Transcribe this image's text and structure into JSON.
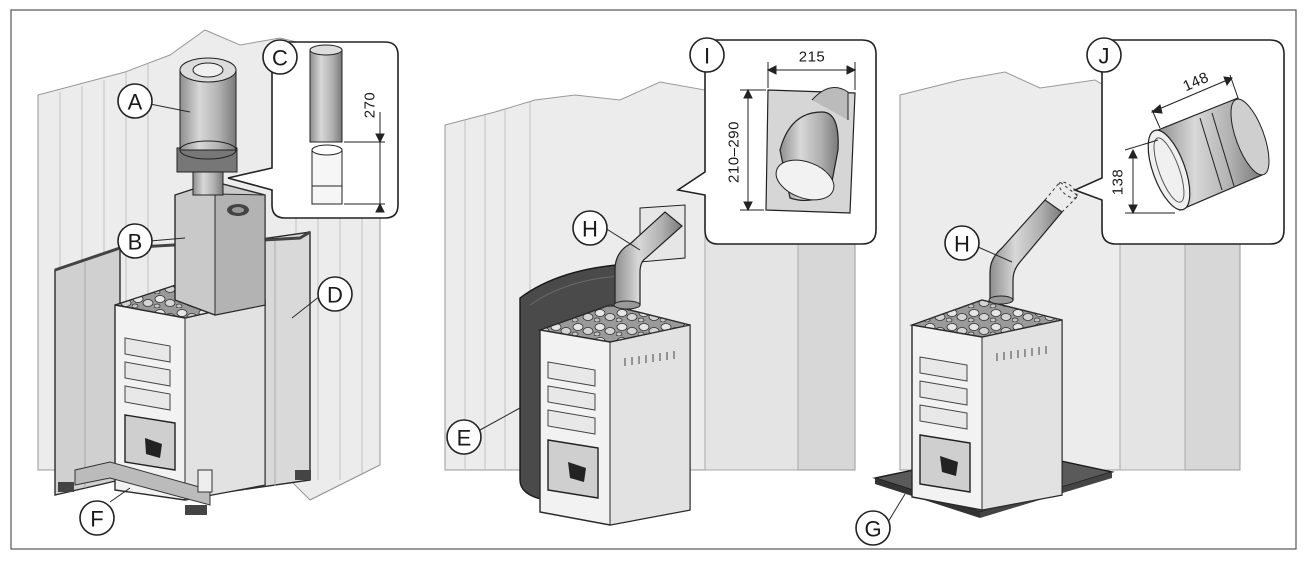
{
  "labels": {
    "a": "A",
    "b": "B",
    "c": "C",
    "d": "D",
    "e": "E",
    "f": "F",
    "g": "G",
    "h1": "H",
    "h2": "H",
    "i": "I",
    "j": "J"
  },
  "dimensions": {
    "c_height": "270",
    "i_width": "215",
    "i_height": "210–290",
    "j_width": "148",
    "j_height": "138"
  },
  "colors": {
    "wall": "#e9e9e9",
    "wall_shade": "#d2d2d2",
    "metal": "#bdbdbd",
    "metal_dark": "#8e8e8e",
    "dark": "#3c3c3c",
    "line": "#2a2a2a"
  }
}
